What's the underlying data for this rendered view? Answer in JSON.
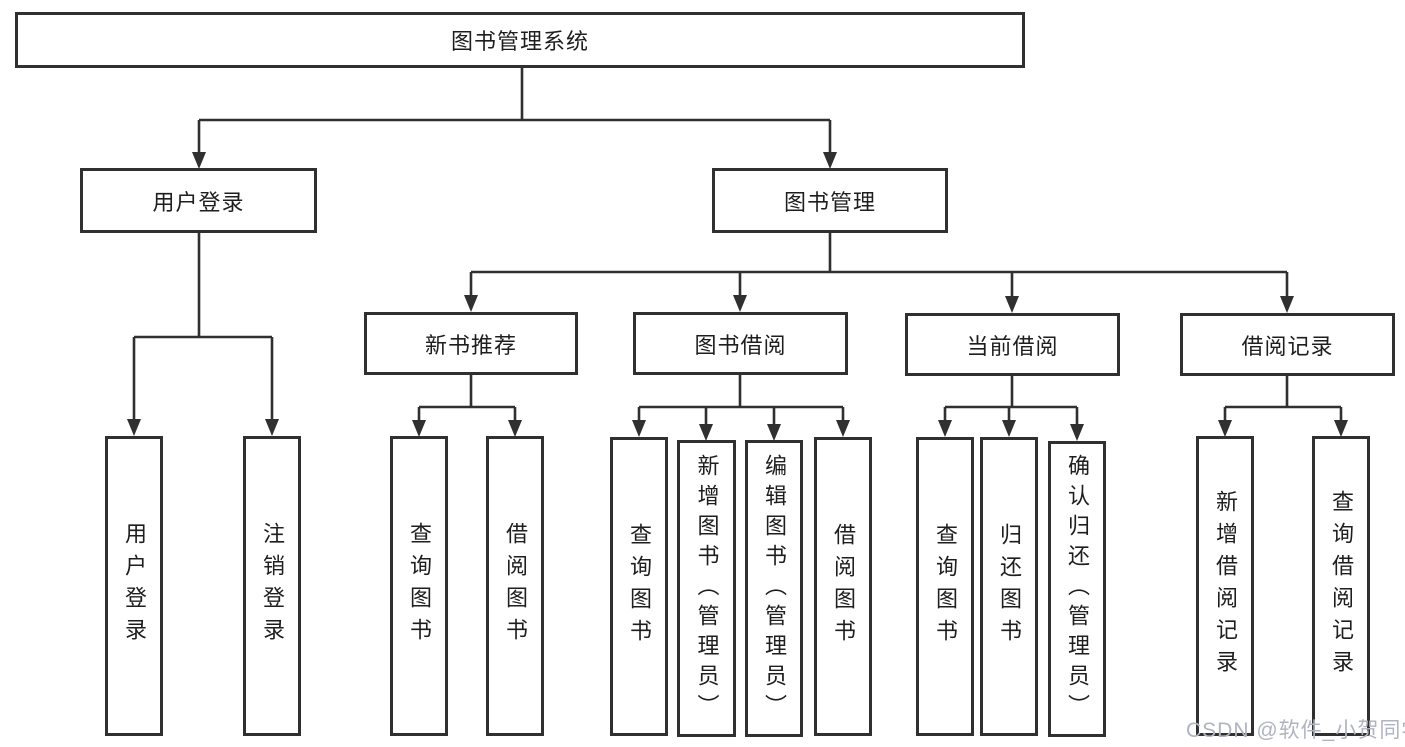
{
  "diagram_type": "tree",
  "colors": {
    "line": "#303030",
    "text": "#1e1e1e",
    "background": "#ffffff",
    "watermark": "#b0b4c2"
  },
  "tree": {
    "root": "图书管理系统",
    "children": [
      {
        "label": "用户登录",
        "children": [
          "用户登录",
          "注销登录"
        ]
      },
      {
        "label": "图书管理",
        "children": [
          {
            "label": "新书推荐",
            "children": [
              "查询图书",
              "借阅图书"
            ]
          },
          {
            "label": "图书借阅",
            "children": [
              "查询图书",
              "新增图书（管理员）",
              "编辑图书（管理员）",
              "借阅图书"
            ]
          },
          {
            "label": "当前借阅",
            "children": [
              "查询图书",
              "归还图书",
              "确认归还（管理员）"
            ]
          },
          {
            "label": "借阅记录",
            "children": [
              "新增借阅记录",
              "查询借阅记录"
            ]
          }
        ]
      }
    ]
  },
  "watermark": "CSDN @软件_小贺同学"
}
